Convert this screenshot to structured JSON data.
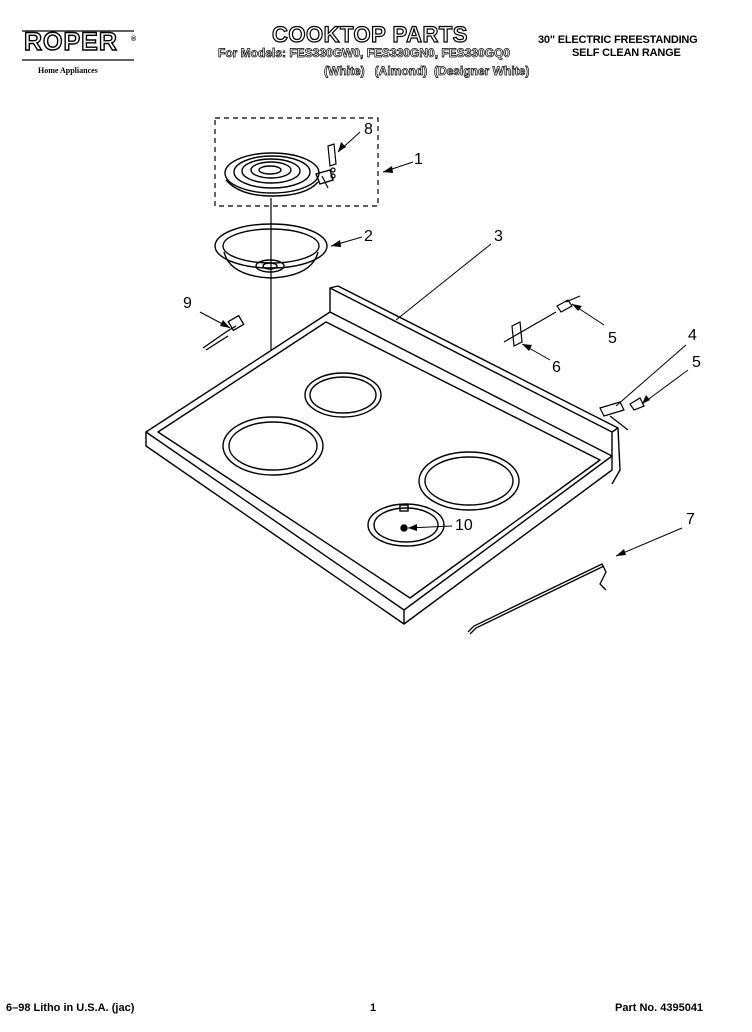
{
  "header": {
    "brand": "ROPER",
    "brand_tm": "®",
    "brand_sub": "Home Appliances",
    "title": "COOKTOP PARTS",
    "models_line": "For Models: FES330GW0, FES330GN0, FES330GQ0",
    "colors_line": "(White)   (Almond)  (Designer White)",
    "range_line1": "30\" ELECTRIC FREESTANDING",
    "range_line2": "SELF CLEAN RANGE"
  },
  "callouts": {
    "c1": "1",
    "c2": "2",
    "c3": "3",
    "c4": "4",
    "c5a": "5",
    "c5b": "5",
    "c6": "6",
    "c7": "7",
    "c8": "8",
    "c9": "9",
    "c10": "10"
  },
  "footer": {
    "litho": "6–98 Litho in U.S.A. (jac)",
    "page": "1",
    "part_no": "Part No. 4395041"
  }
}
